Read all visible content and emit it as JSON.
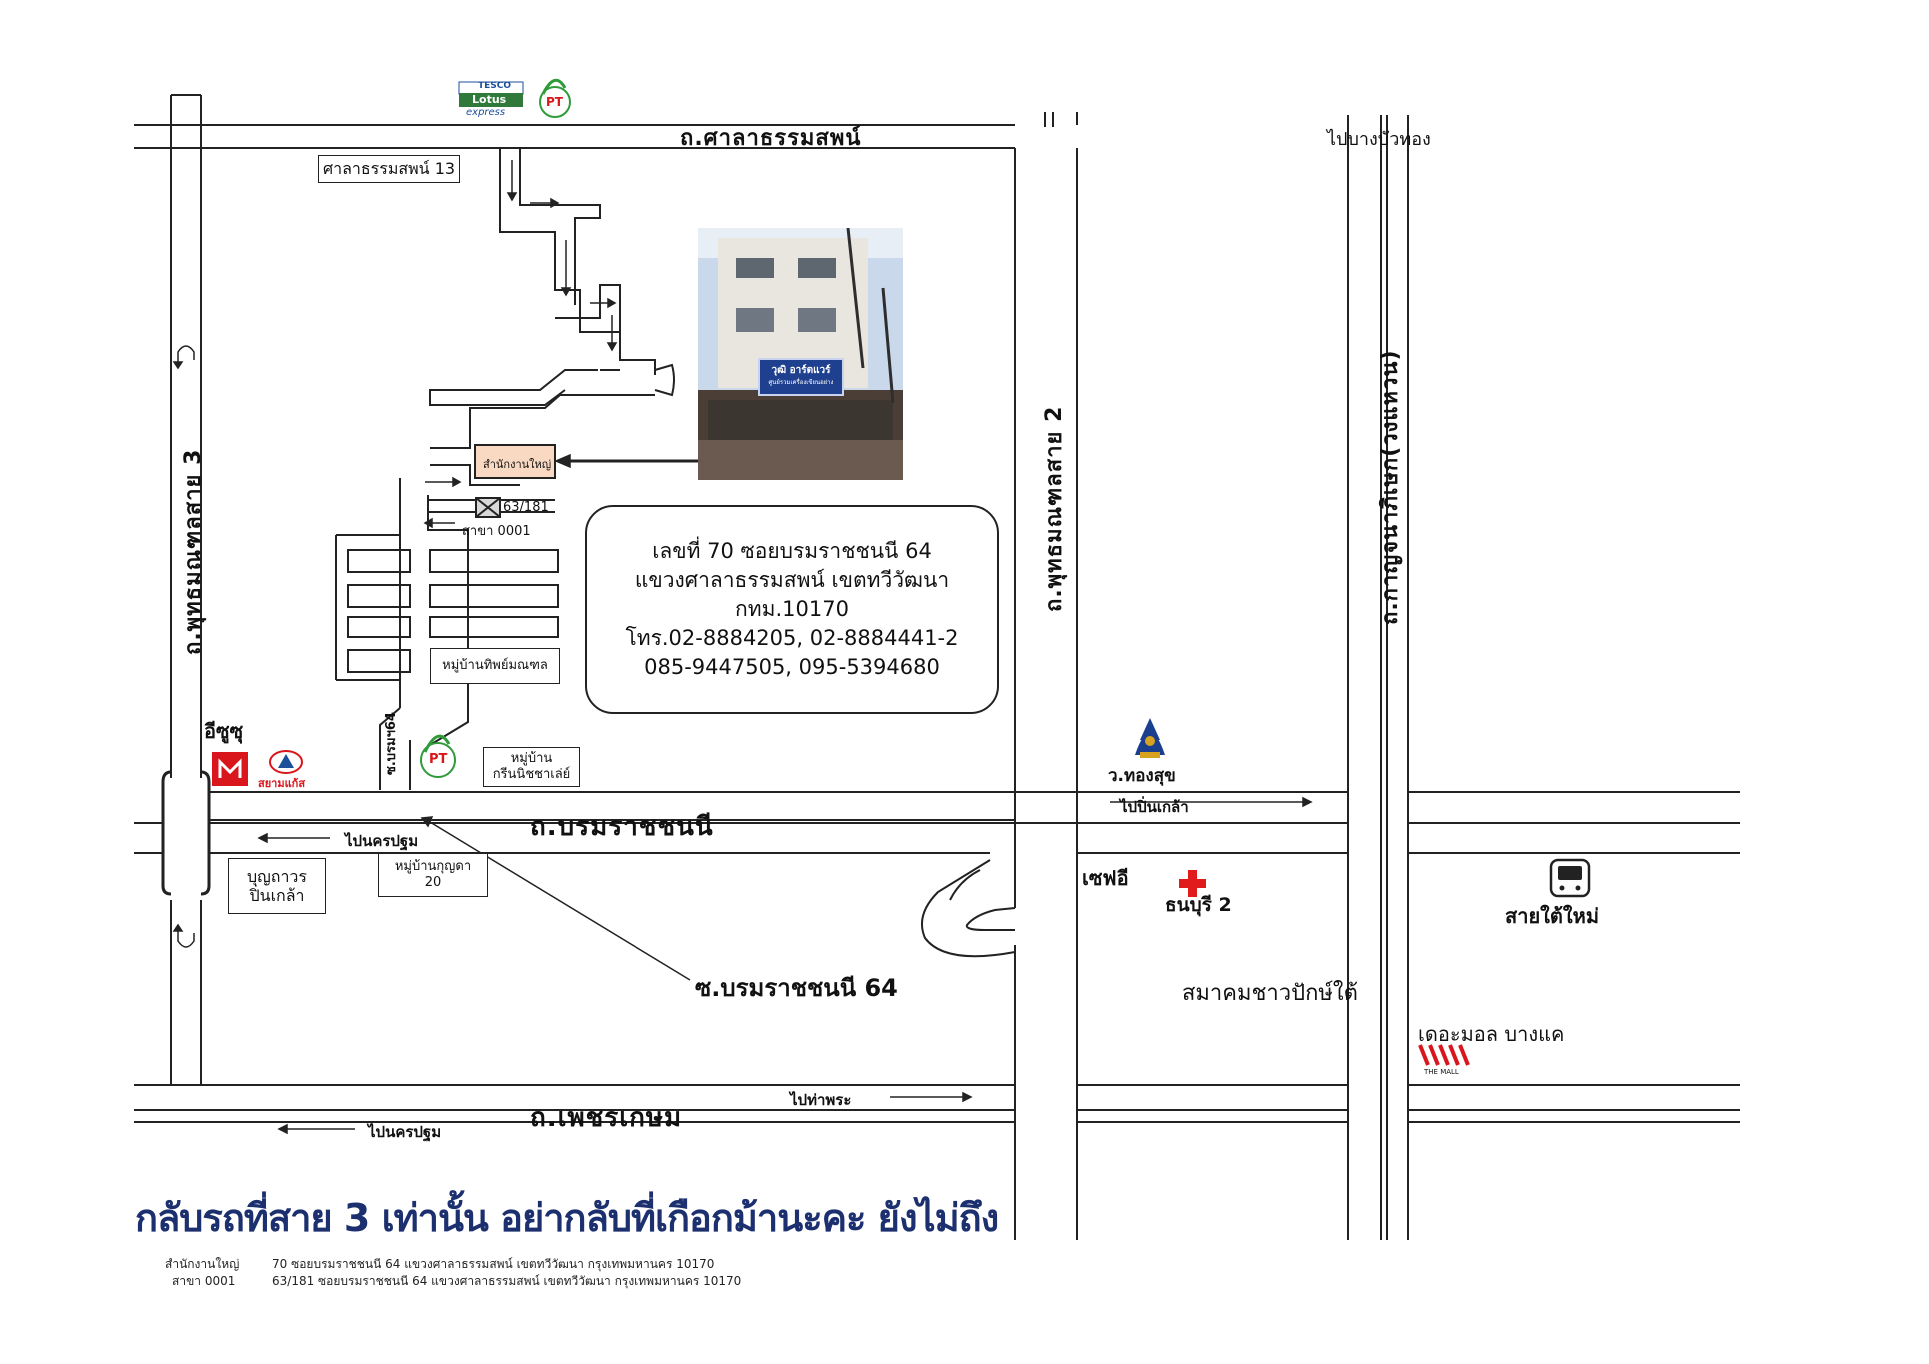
{
  "roads": {
    "salathammasop": "ถ.ศาลาธรรมสพน์",
    "phutthamonthon3": "ถ.พุทธมณฑลสาย 3",
    "phutthamonthon2": "ถ.พุทธมณฑลสาย 2",
    "kanchanaphisek": "ถ.กาญจนาภิเษก(วงแหวน)",
    "borommaratchachonnani": "ถ.บรมราชชนนี",
    "phetkasem": "ถ.เพชรเกษม",
    "soi64_vertical": "ซ.บรมฯ64",
    "soi64_callout": "ซ.บรมราชชนนี 64",
    "salathammasop13": "ศาลาธรรมสพน์ 13"
  },
  "directions": {
    "to_bang_bua_thong": "ไปบางบัวทอง",
    "to_pinklao": "ไปปิ่นเกล้า",
    "to_nakhon_pathom_1": "ไปนครปฐม",
    "to_tha_phra": "ไปท่าพระ",
    "to_nakhon_pathom_2": "ไปนครปฐม"
  },
  "places": {
    "head_office": "สำนักงานใหญ่",
    "branch_number": "63/181",
    "branch": "สาขา 0001",
    "village_thiphmonthon": "หมู่บ้านทิพย์มณฑล",
    "village_green": "หมู่บ้าน\nกรีนนิชชาเล่ย์",
    "village_kunlada": "หมู่บ้านกุญดา\n20",
    "bunthawon": "บุญถาวร\nปิ่นเกล้า",
    "isuzu": "อีซูซุ",
    "siam_glass": "สยามแก้ส",
    "tesco_top": "TESCO",
    "tesco_lotus": "Lotus",
    "tesco_express": "express",
    "pt": "PT",
    "wat_thongsuk": "ว.ทองสุข",
    "safe_fee": "เซฟอี",
    "thonburi2": "ธนบุรี 2",
    "southern_bus": "สายใต้ใหม่",
    "southern_assoc": "สมาคมชาวปักษ์ใต้",
    "the_mall": "เดอะมอล บางแค",
    "the_mall_small": "THE MALL"
  },
  "photo": {
    "sign_main": "วุฒิ อาร์ตแวร์",
    "sign_sub": "ศูนย์รวมเครื่องเขียนอย่าง"
  },
  "address": {
    "line1": "เลขที่ 70 ซอยบรมราชชนนี 64",
    "line2": "แขวงศาลาธรรมสพน์ เขตทวีวัฒนา",
    "line3": "กทม.10170",
    "line4": "โทร.02-8884205, 02-8884441-2",
    "line5": "085-9447505, 095-5394680"
  },
  "headline": "กลับรถที่สาย 3 เท่านั้น อย่ากลับที่เกือกม้านะคะ ยังไม่ถึง",
  "footer": {
    "hq_label": "สำนักงานใหญ่",
    "hq_address": "70 ซอยบรมราชชนนี 64 แขวงศาลาธรรมสพน์ เขตทวีวัฒนา กรุงเทพมหานคร 10170",
    "branch_label": "สาขา 0001",
    "branch_address": "63/181 ซอยบรมราชชนนี 64 แขวงศาลาธรรมสพน์ เขตทวีวัฒนา กรุงเทพมหานคร 10170"
  },
  "colors": {
    "head_office_fill": "#f9d9c2",
    "headline": "#1c2f6e",
    "isuzu_red": "#d9161b",
    "pt_red": "#d9161b",
    "pt_green": "#2f9b3a",
    "hospital_red": "#e11b1b",
    "tesco_blue": "#1b4f9c",
    "tesco_green": "#2f7a3a"
  },
  "icons": {
    "uturn_top": "u-turn-icon",
    "uturn_bottom": "u-turn-icon",
    "bus": "bus-icon",
    "hospital": "cross-icon",
    "temple": "temple-icon",
    "branch_marker": "x-box-icon"
  }
}
